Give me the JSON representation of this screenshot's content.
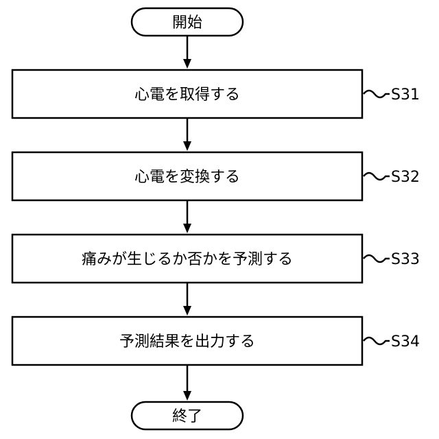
{
  "flowchart": {
    "start": "開始",
    "steps": [
      {
        "text": "心電を取得する",
        "label": "S31"
      },
      {
        "text": "心電を変換する",
        "label": "S32"
      },
      {
        "text": "痛みが生じるか否かを予測する",
        "label": "S33"
      },
      {
        "text": "予測結果を出力する",
        "label": "S34"
      }
    ],
    "end": "終了"
  }
}
